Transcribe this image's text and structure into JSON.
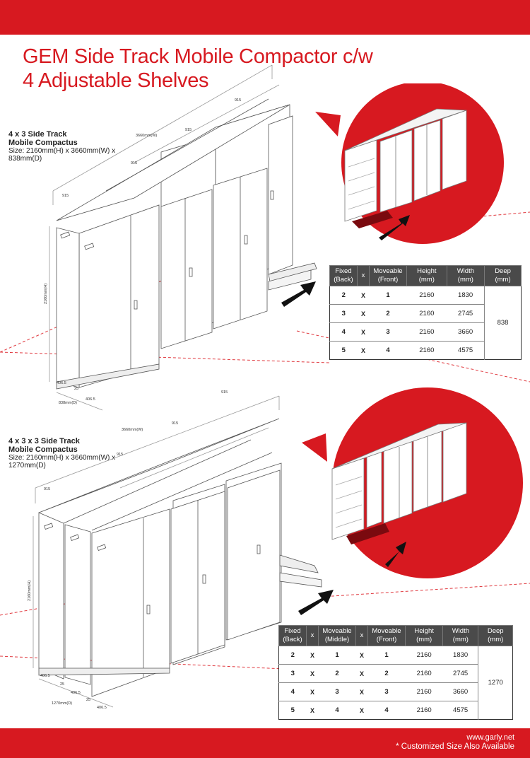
{
  "brand_color": "#d71920",
  "title": {
    "line1": "GEM Side Track Mobile Compactor c/w",
    "line2": "4 Adjustable Shelves"
  },
  "section1": {
    "name_line1": "4 x 3 Side Track",
    "name_line2": "Mobile Compactus",
    "size_line1": "Size: 2160mm(H) x 3660mm(W) x",
    "size_line2": "838mm(D)",
    "dims": {
      "w915_a": "915",
      "w915_b": "915",
      "w915_c": "915",
      "w915_d": "915",
      "width": "3660mm(W)",
      "height": "2160mm(H)",
      "d1": "406.5",
      "d2": "25",
      "d3": "406.5",
      "depth": "838mm(D)"
    },
    "table": {
      "headers": [
        "Fixed\n(Back)",
        "x",
        "Moveable\n(Front)",
        "Height (mm)",
        "Width (mm)",
        "Deep (mm)"
      ],
      "rows": [
        {
          "fixed": "2",
          "x": "X",
          "moveable": "1",
          "height": "2160",
          "width": "1830"
        },
        {
          "fixed": "3",
          "x": "X",
          "moveable": "2",
          "height": "2160",
          "width": "2745"
        },
        {
          "fixed": "4",
          "x": "X",
          "moveable": "3",
          "height": "2160",
          "width": "3660"
        },
        {
          "fixed": "5",
          "x": "X",
          "moveable": "4",
          "height": "2160",
          "width": "4575"
        }
      ],
      "deep": "838"
    }
  },
  "section2": {
    "name_line1": "4 x 3 x 3 Side Track",
    "name_line2": "Mobile Compactus",
    "size_line1": "Size: 2160mm(H) x 3660mm(W) x",
    "size_line2": "1270mm(D)",
    "dims": {
      "w915_a": "915",
      "w915_b": "915",
      "w915_c": "915",
      "w915_d": "915",
      "width": "3660mm(W)",
      "height": "2160mm(H)",
      "d1": "406.5",
      "d2": "25",
      "d3": "406.5",
      "d4": "25",
      "d5": "406.5",
      "depth": "1270mm(D)"
    },
    "table": {
      "headers": [
        "Fixed\n(Back)",
        "x",
        "Moveable\n(Middle)",
        "x",
        "Moveable\n(Front)",
        "Height (mm)",
        "Width (mm)",
        "Deep (mm)"
      ],
      "rows": [
        {
          "fixed": "2",
          "x1": "X",
          "middle": "1",
          "x2": "X",
          "front": "1",
          "height": "2160",
          "width": "1830"
        },
        {
          "fixed": "3",
          "x1": "X",
          "middle": "2",
          "x2": "X",
          "front": "2",
          "height": "2160",
          "width": "2745"
        },
        {
          "fixed": "4",
          "x1": "X",
          "middle": "3",
          "x2": "X",
          "front": "3",
          "height": "2160",
          "width": "3660"
        },
        {
          "fixed": "5",
          "x1": "X",
          "middle": "4",
          "x2": "X",
          "front": "4",
          "height": "2160",
          "width": "4575"
        }
      ],
      "deep": "1270"
    }
  },
  "footer": {
    "website": "www.garly.net",
    "note": "* Customized Size Also Available"
  }
}
